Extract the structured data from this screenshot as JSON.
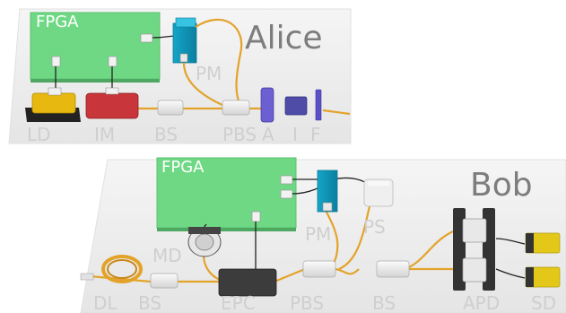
{
  "alice": {
    "name": "Alice",
    "fpga": "FPGA",
    "labels": {
      "ld": "LD",
      "im": "IM",
      "bs": "BS",
      "pbs": "PBS",
      "a": "A",
      "i": "I",
      "f": "F",
      "pm": "PM"
    }
  },
  "bob": {
    "name": "Bob",
    "fpga": "FPGA",
    "labels": {
      "dl": "DL",
      "bs1": "BS",
      "md": "MD",
      "epc": "EPC",
      "pbs": "PBS",
      "bs2": "BS",
      "pm": "PM",
      "ps": "PS",
      "apd": "APD",
      "sd": "SD"
    }
  },
  "colors": {
    "fpga_board": "#6fd884",
    "fiber": "#e3a32a",
    "pm_module": "#1ab0d4",
    "ld_module": "#e7b80f",
    "im_module": "#c8353a",
    "polarizer": "#6b5fd1",
    "epc_module": "#3c3c3c",
    "platform": "#ececec",
    "sd_module": "#e3c81a"
  }
}
